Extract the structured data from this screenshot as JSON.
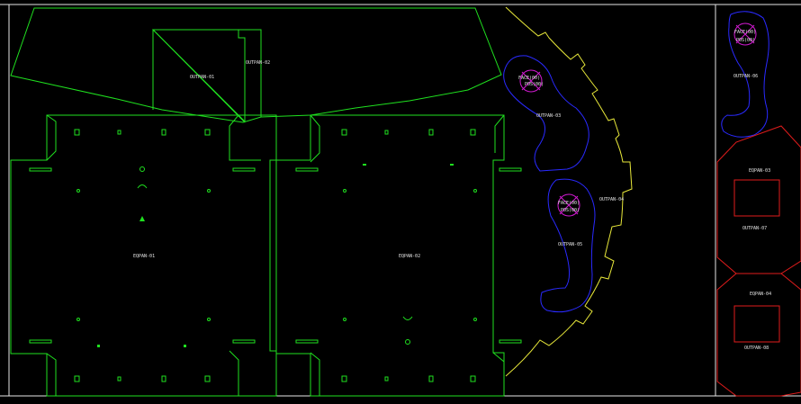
{
  "drawing": {
    "background": "#000000",
    "colors": {
      "outline_green": "#1fe01f",
      "arc_yellow": "#e8e83a",
      "track_blue": "#2a2aff",
      "bay_red": "#e01c1c",
      "device_magenta": "#d21ad2",
      "frame_white": "#e6e6e6"
    }
  },
  "labels": {
    "upper_bay": "OUTPAN-01",
    "roof_tag": "OUTPAN-02",
    "left_hall": "EQPAN-01",
    "right_hall": "EQPAN-02",
    "lower_loop_tag": "OUTPAN-03",
    "lower_loop_note": "OUTPAN-04",
    "upper_loop_note": "OUTPAN-05",
    "side_loop_note": "OUTPAN-06",
    "device_1_line1": "FACE(00)",
    "device_1_line2": "POS(00)",
    "device_2_line1": "FACE(00)",
    "device_2_line2": "POS(00)",
    "device_3_line1": "FACE(00)",
    "device_3_line2": "POS(00)",
    "red_bay_1_top": "EQPAN-03",
    "red_bay_1_bottom": "OUTPAN-07",
    "red_bay_2_top": "EQPAN-04",
    "red_bay_2_bottom": "OUTPAN-08"
  }
}
